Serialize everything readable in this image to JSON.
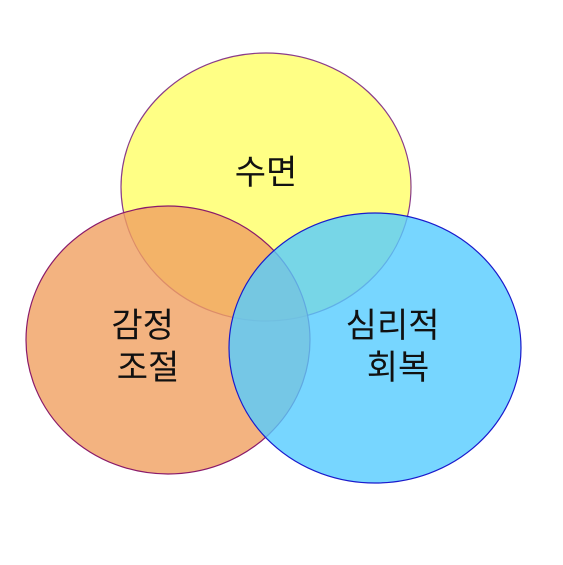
{
  "diagram": {
    "type": "venn",
    "sets": [
      {
        "id": "sleep",
        "label_lines": [
          "수면"
        ],
        "fill": "#ffff66",
        "stroke": "#8a3c8a"
      },
      {
        "id": "emotion",
        "label_lines": [
          "감정",
          "조절"
        ],
        "fill": "#f0a060",
        "stroke": "#8a1a6a"
      },
      {
        "id": "recovery",
        "label_lines": [
          "심리적",
          "회복"
        ],
        "fill": "#55ccff",
        "stroke": "#1a1acc"
      }
    ],
    "fill_opacity": 0.8,
    "background": "#ffffff"
  }
}
